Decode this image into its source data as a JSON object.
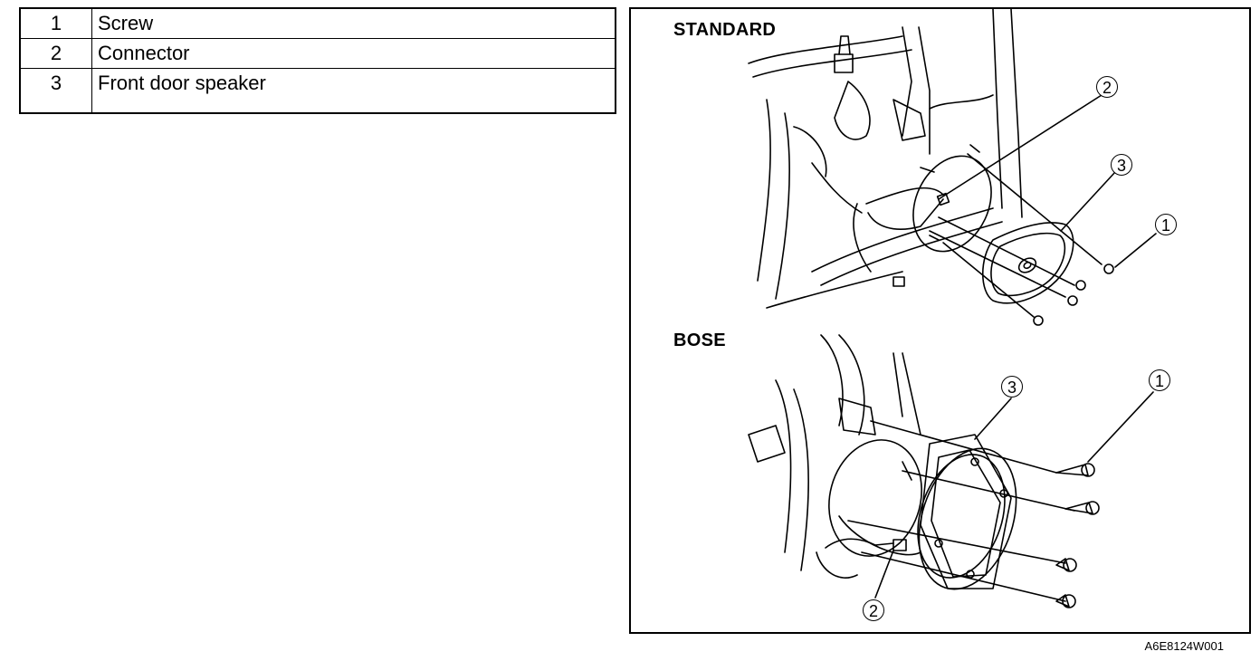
{
  "legend": {
    "rows": [
      {
        "number": "1",
        "label": "Screw"
      },
      {
        "number": "2",
        "label": "Connector"
      },
      {
        "number": "3",
        "label": "Front door speaker"
      }
    ]
  },
  "figure": {
    "standard_label": "STANDARD",
    "bose_label": "BOSE",
    "callouts": {
      "standard_connector": "2",
      "standard_speaker": "3",
      "standard_screw": "1",
      "bose_speaker": "3",
      "bose_screw": "1",
      "bose_connector": "2"
    },
    "figure_code": "A6E8124W001"
  }
}
